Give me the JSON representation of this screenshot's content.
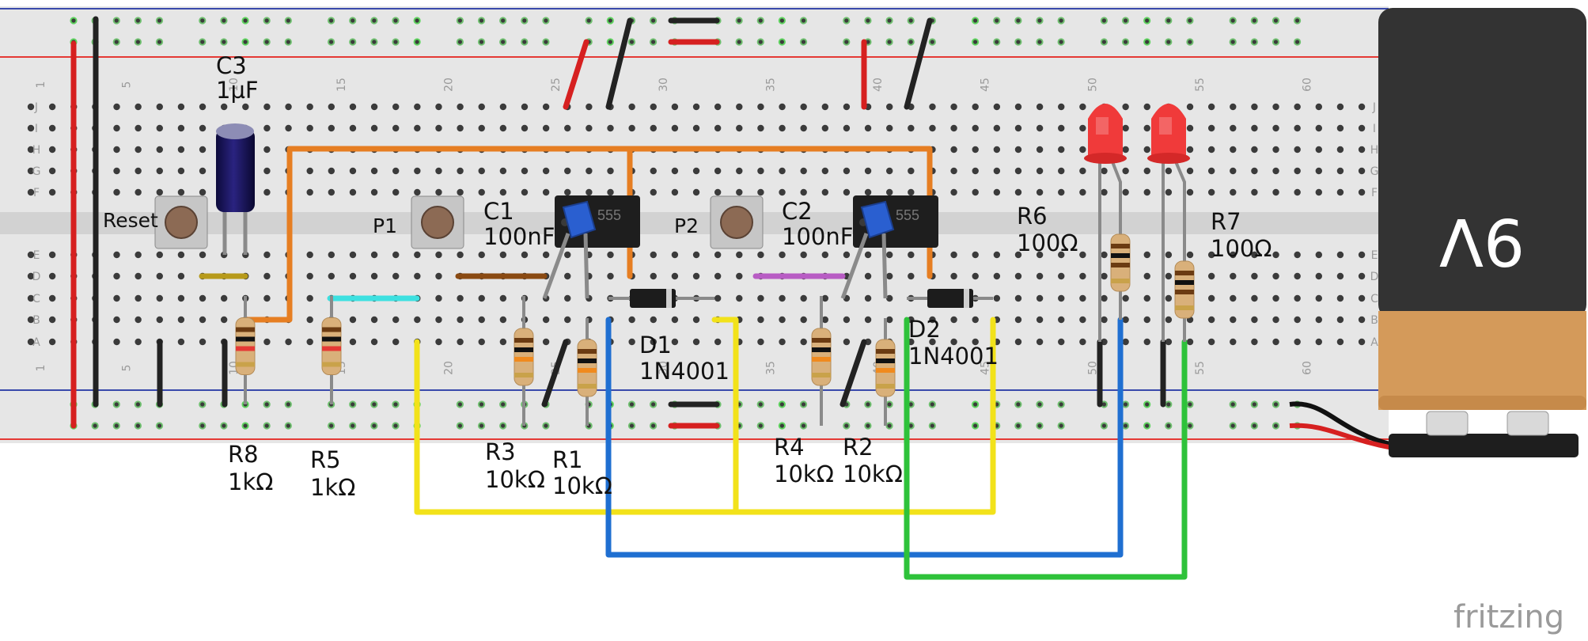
{
  "battery": {
    "label": "9V"
  },
  "watermark": "fritzing",
  "row_letters_top": [
    "J",
    "I",
    "H",
    "G",
    "F"
  ],
  "row_letters_bottom": [
    "E",
    "D",
    "C",
    "B",
    "A"
  ],
  "column_numbers": [
    "1",
    "5",
    "10",
    "15",
    "20",
    "25",
    "30",
    "35",
    "40",
    "45",
    "50",
    "55",
    "60"
  ],
  "components": {
    "c3": {
      "name": "C3",
      "value": "1µF"
    },
    "reset": {
      "name": "Reset"
    },
    "p1": {
      "name": "P1"
    },
    "c1": {
      "name": "C1",
      "value": "100nF"
    },
    "p2": {
      "name": "P2"
    },
    "c2": {
      "name": "C2",
      "value": "100nF"
    },
    "r6": {
      "name": "R6",
      "value": "100Ω"
    },
    "r7": {
      "name": "R7",
      "value": "100Ω"
    },
    "d1": {
      "name": "D1",
      "value": "1N4001"
    },
    "d2": {
      "name": "D2",
      "value": "1N4001"
    },
    "r8": {
      "name": "R8",
      "value": "1kΩ"
    },
    "r5": {
      "name": "R5",
      "value": "1kΩ"
    },
    "r3": {
      "name": "R3",
      "value": "10kΩ"
    },
    "r1": {
      "name": "R1",
      "value": "10kΩ"
    },
    "r4": {
      "name": "R4",
      "value": "10kΩ"
    },
    "r2": {
      "name": "R2",
      "value": "10kΩ"
    },
    "u1": {
      "marking": "555"
    },
    "u2": {
      "marking": "555"
    }
  },
  "colors": {
    "board": "#e6e6e6",
    "rail_red": "#e53935",
    "rail_blue": "#3949ab",
    "hole": "#3b3b3b",
    "connected": "#5fd35f",
    "wire_orange": "#e67e22",
    "wire_yellow": "#f2e21a",
    "wire_blue": "#1f6fd1",
    "wire_green": "#2ec23a",
    "wire_red": "#d62020",
    "wire_black": "#222222",
    "wire_cyan": "#3de0e0",
    "wire_brown": "#8a4a12",
    "wire_violet": "#b85cc4",
    "wire_olive": "#b79a1a",
    "led": "#f03a3a",
    "battery_top": "#333333",
    "battery_bottom": "#d49a5a"
  }
}
